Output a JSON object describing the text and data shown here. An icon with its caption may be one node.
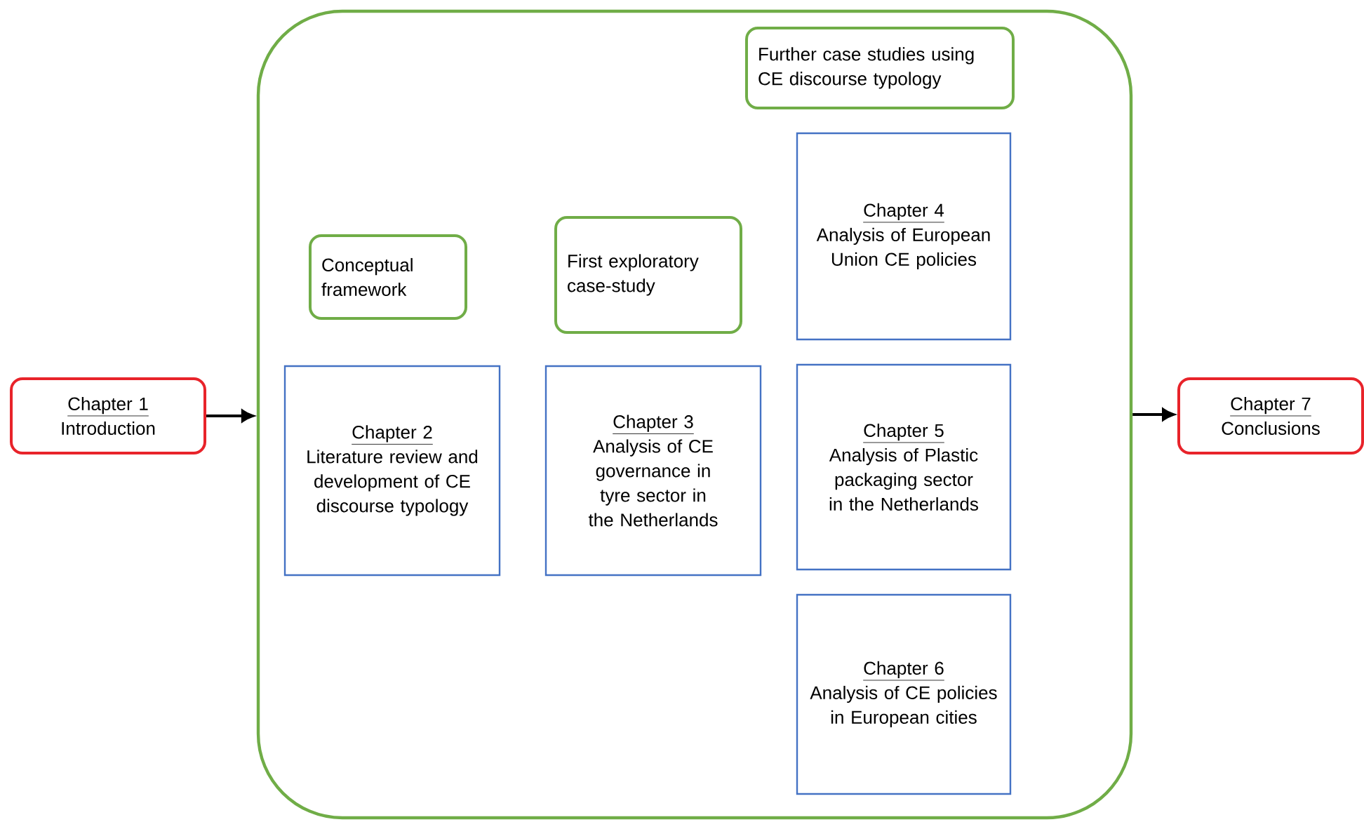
{
  "diagram": {
    "nodes": [
      {
        "text": [
          "Chapter 1",
          "Introduction"
        ]
      },
      {
        "text": [],
        "shape": "box"
      },
      {
        "text": [
          "Conceptual framework"
        ],
        "in": 1
      },
      {
        "text": [
          "Chapter 2",
          "Literature review and development of CE discourse typology"
        ],
        "in": 1
      },
      {
        "text": [
          "First exploratory case-study"
        ],
        "in": 1
      },
      {
        "text": [
          "Chapter 3",
          "Analysis of CE governance in tyre sector in the Netherlands"
        ],
        "in": 1
      },
      {
        "text": [
          "Further case studies using CE discourse typology"
        ],
        "in": 1
      },
      {
        "text": [
          "Chapter 4",
          "Analysis of European Union CE policies"
        ],
        "in": 1
      },
      {
        "text": [
          "Chapter 5",
          "Analysis of Plastic packaging sector in the Netherlands"
        ],
        "in": 1
      },
      {
        "text": [
          "Chapter 6",
          "Analysis of CE policies in European cities"
        ],
        "in": 1
      },
      {
        "text": [
          "Chapter 7",
          "Conclusions"
        ]
      }
    ],
    "edges": [
      {
        "from": 0,
        "to": 1,
        "arrow": "to"
      },
      {
        "from": 1,
        "to": 10,
        "arrow": "to"
      }
    ]
  }
}
